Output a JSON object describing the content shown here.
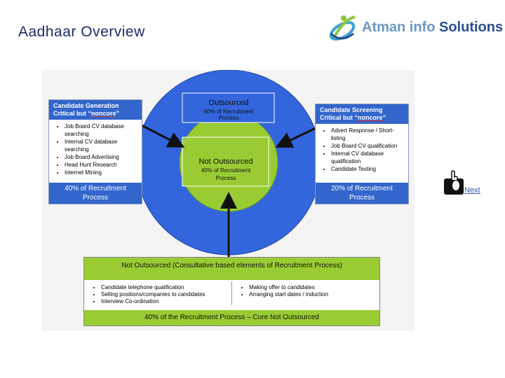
{
  "page": {
    "title": "Aadhaar Overview"
  },
  "logo": {
    "text_part1": "Atman info ",
    "text_part2": "Solutions",
    "brand_color": "#2b4f92",
    "accent_color": "#6c97c8"
  },
  "nav": {
    "next_label": "Next",
    "next_icon": "hand-pointer-icon"
  },
  "diagram": {
    "outer_circle": {
      "title": "Outsourced",
      "subtitle1": "60% of Recruitment",
      "subtitle2": "Process",
      "color": "#3366dd"
    },
    "inner_circle": {
      "title": "Not Outsourced",
      "subtitle1": "40% of Recruitment",
      "subtitle2": "Process",
      "color": "#99cc33"
    },
    "left_box": {
      "header1": "Candidate Generation",
      "header2_prefix": "Critical but “",
      "header2_emph": "noncore",
      "header2_suffix": "”",
      "items": [
        "Job Board CV database searching",
        "Internal CV database searching",
        "Job Board Advertising",
        "Head Hunt Research",
        "Internet Mining"
      ],
      "footer1": "40% of Recruitment",
      "footer2": "Process"
    },
    "right_box": {
      "header1": "Candidate Screening",
      "header2_prefix": "Critical but “",
      "header2_emph": "noncore",
      "header2_suffix": "”",
      "items": [
        "Advert Response / Short-listing",
        "Job Board CV qualification",
        "Internal CV database qualification",
        "Candidate Testing"
      ],
      "footer1": "20% of Recruitment",
      "footer2": "Process"
    },
    "bottom_box": {
      "header": "Not Outsourced (Consultative based elements of Recruitment Process)",
      "left_items": [
        "Candidate telephone qualification",
        "Selling positions/companies to candidates",
        "Interview Co-ordination"
      ],
      "right_items": [
        "Making offer to candidates",
        "Arranging start dates / induction"
      ],
      "footer": "40% of the Recruitment Process – Core Not Outsourced"
    }
  }
}
